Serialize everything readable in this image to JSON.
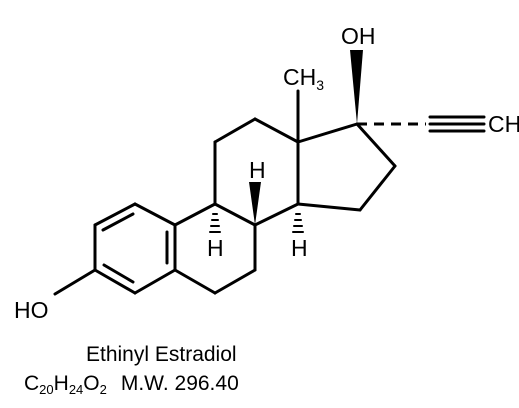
{
  "diagram": {
    "labels": {
      "oh_top": "OH",
      "ch3_main": "CH",
      "ch3_sub": "3",
      "ch_alkyne": "CH",
      "h_c9": "H",
      "h_c8": "H",
      "h_c14": "H",
      "ho": "HO"
    },
    "caption": {
      "name": "Ethinyl Estradiol",
      "formula": [
        {
          "t": "C",
          "sub": false
        },
        {
          "t": "20",
          "sub": true
        },
        {
          "t": "H",
          "sub": false
        },
        {
          "t": "24",
          "sub": true
        },
        {
          "t": "O",
          "sub": false
        },
        {
          "t": "2",
          "sub": true
        }
      ],
      "mw": "M.W. 296.40"
    }
  }
}
